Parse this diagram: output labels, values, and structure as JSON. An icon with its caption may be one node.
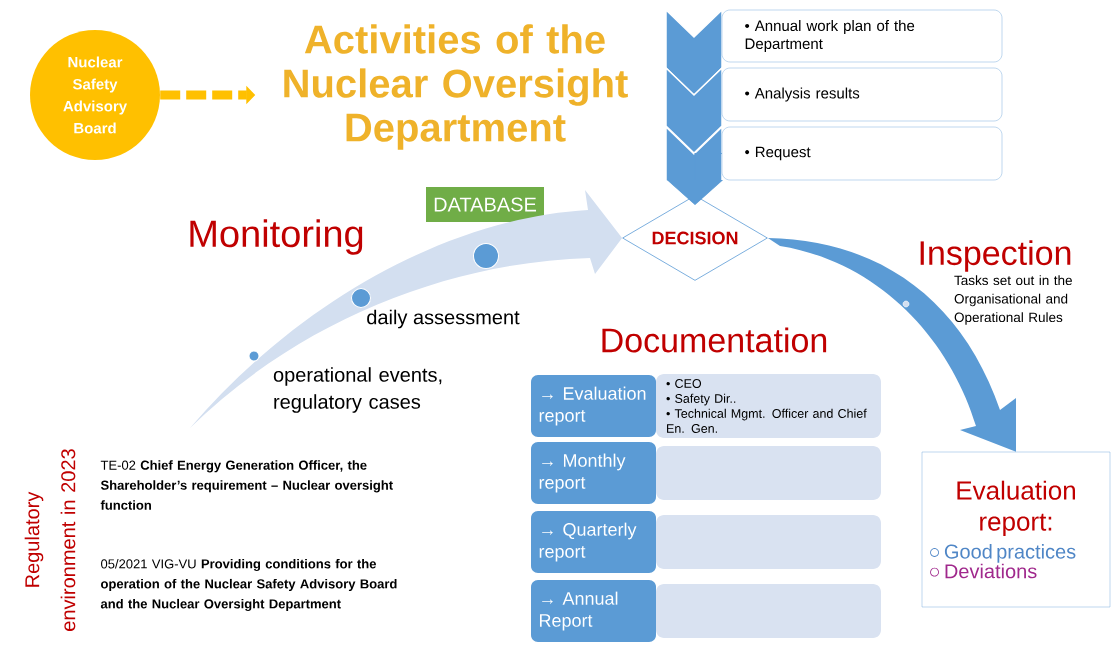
{
  "diagram": {
    "nodes": [
      {
        "text": [
          "Nuclear Safety Advisory Board"
        ]
      },
      {
        "text": [
          "Activities of the Nuclear Oversight Department"
        ]
      },
      {
        "text": [
          "• Annual work plan of the Department"
        ]
      },
      {
        "text": [
          "• Analysis results"
        ]
      },
      {
        "text": [
          "• Request"
        ]
      },
      {
        "text": [
          "DECISION"
        ]
      },
      {
        "text": [
          "DATABASE"
        ]
      },
      {
        "text": [
          "→ Evaluation report"
        ]
      },
      {
        "text": [
          "• CEO",
          "• Safety Dir..",
          "• Technical Mgmt. Officer and Chief En. Gen."
        ]
      },
      {
        "text": [
          "→ Monthly report"
        ]
      },
      {
        "text": [],
        "shape": "box"
      },
      {
        "text": [
          "→ Quarterly report"
        ]
      },
      {
        "text": [],
        "shape": "box"
      },
      {
        "text": [
          "→ Annual Report"
        ]
      },
      {
        "text": [],
        "shape": "box"
      },
      {
        "text": [
          "Evaluation report:",
          "○ Good practices",
          "○ Deviations"
        ]
      }
    ],
    "edges": [
      {
        "from": 0,
        "to": 1,
        "arrow": "to",
        "style": "dashed",
        "color": "#ffc000"
      },
      {
        "from": 4,
        "to": 5,
        "arrow": "to",
        "color": "#5b9bd5"
      },
      {
        "from": null,
        "to": 5,
        "arrow": "to",
        "color": "#d3dff0"
      },
      {
        "from": 5,
        "to": 15,
        "arrow": "to",
        "color": "#5b9bd5"
      }
    ],
    "labels": [
      "Monitoring",
      "daily assessment",
      "operational events, regulatory cases",
      "Inspection",
      "Tasks set out in the Organisational and Operational Rules",
      "Documentation",
      "Regulatory environment in 2023",
      "TE-02 **Chief Energy Generation Officer, the Shareholder’s requirement – Nuclear oversight function**",
      "05/2021 VIG-VU **Providing conditions for the operation of the Nuclear Safety Advisory Board and the Nuclear Oversight Department**"
    ]
  }
}
